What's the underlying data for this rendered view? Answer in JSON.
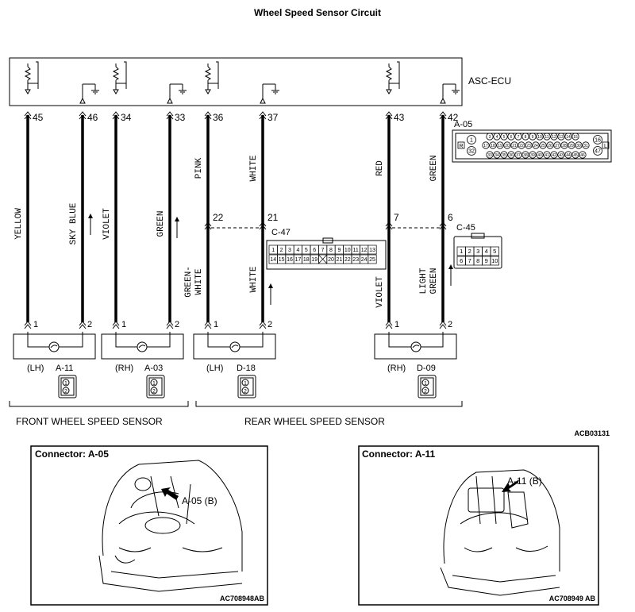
{
  "title": "Wheel Speed Sensor Circuit",
  "ecu": {
    "label": "ASC-ECU"
  },
  "wires": [
    {
      "pin": "45",
      "color": "YELLOW",
      "end": "1"
    },
    {
      "pin": "46",
      "color": "SKY BLUE",
      "end": "2"
    },
    {
      "pin": "34",
      "color": "VIOLET",
      "end": "1"
    },
    {
      "pin": "33",
      "color": "GREEN",
      "end": "2"
    },
    {
      "pin": "36",
      "color": "PINK",
      "mid_pin": "22",
      "color_low_1": "GREEN-",
      "color_low_2": "WHITE",
      "end": "1"
    },
    {
      "pin": "37",
      "color": "WHITE",
      "mid_pin": "21",
      "color_low": "WHITE",
      "end": "2"
    },
    {
      "pin": "43",
      "color": "RED",
      "mid_pin": "7",
      "color_low": "VIOLET",
      "end": "1"
    },
    {
      "pin": "42",
      "color": "GREEN",
      "mid_pin": "6",
      "color_low_1": "LIGHT",
      "color_low_2": "GREEN",
      "end": "2"
    }
  ],
  "sensors": [
    {
      "side": "(LH)",
      "connector": "A-11"
    },
    {
      "side": "(RH)",
      "connector": "A-03"
    },
    {
      "side": "(LH)",
      "connector": "D-18"
    },
    {
      "side": "(RH)",
      "connector": "D-09"
    }
  ],
  "sensor_pins": [
    "1",
    "2"
  ],
  "groups": {
    "front": "FRONT WHEEL SPEED SENSOR",
    "rear": "REAR WHEEL SPEED SENSOR"
  },
  "connectors": {
    "a05": {
      "label": "A-05",
      "row1": [
        "3",
        "4",
        "5",
        "6",
        "7",
        "8",
        "9",
        "10",
        "11",
        "12",
        "13",
        "14",
        "15"
      ],
      "row2": [
        "17",
        "18",
        "19",
        "20",
        "21",
        "22",
        "23",
        "24",
        "25",
        "26",
        "27",
        "28",
        "29",
        "30",
        "31"
      ],
      "row3": [
        "33",
        "34",
        "35",
        "36",
        "37",
        "38",
        "39",
        "40",
        "41",
        "42",
        "43",
        "44",
        "45",
        "46"
      ],
      "left_pins": [
        "1",
        "32"
      ],
      "right_pins": [
        "16",
        "47"
      ],
      "tag_left": "R",
      "tag_right": "L"
    },
    "c47": {
      "label": "C-47",
      "row1": [
        "1",
        "2",
        "3",
        "4",
        "5",
        "6",
        "7",
        "8",
        "9",
        "10",
        "11",
        "12",
        "13"
      ],
      "row2": [
        "14",
        "15",
        "16",
        "17",
        "18",
        "19",
        "",
        "20",
        "21",
        "22",
        "23",
        "24",
        "25"
      ]
    },
    "c45": {
      "label": "C-45",
      "row1": [
        "1",
        "2",
        "3",
        "4",
        "5"
      ],
      "row2": [
        "6",
        "7",
        "8",
        "9",
        "10"
      ]
    },
    "sensor_pins": [
      "1",
      "2"
    ]
  },
  "code": "ACB03131",
  "panels": [
    {
      "title": "Connector: A-05",
      "callout": "A-05 (B)",
      "code": "AC708948AB"
    },
    {
      "title": "Connector: A-11",
      "callout": "A-11 (B)",
      "code": "AC708949 AB"
    }
  ]
}
